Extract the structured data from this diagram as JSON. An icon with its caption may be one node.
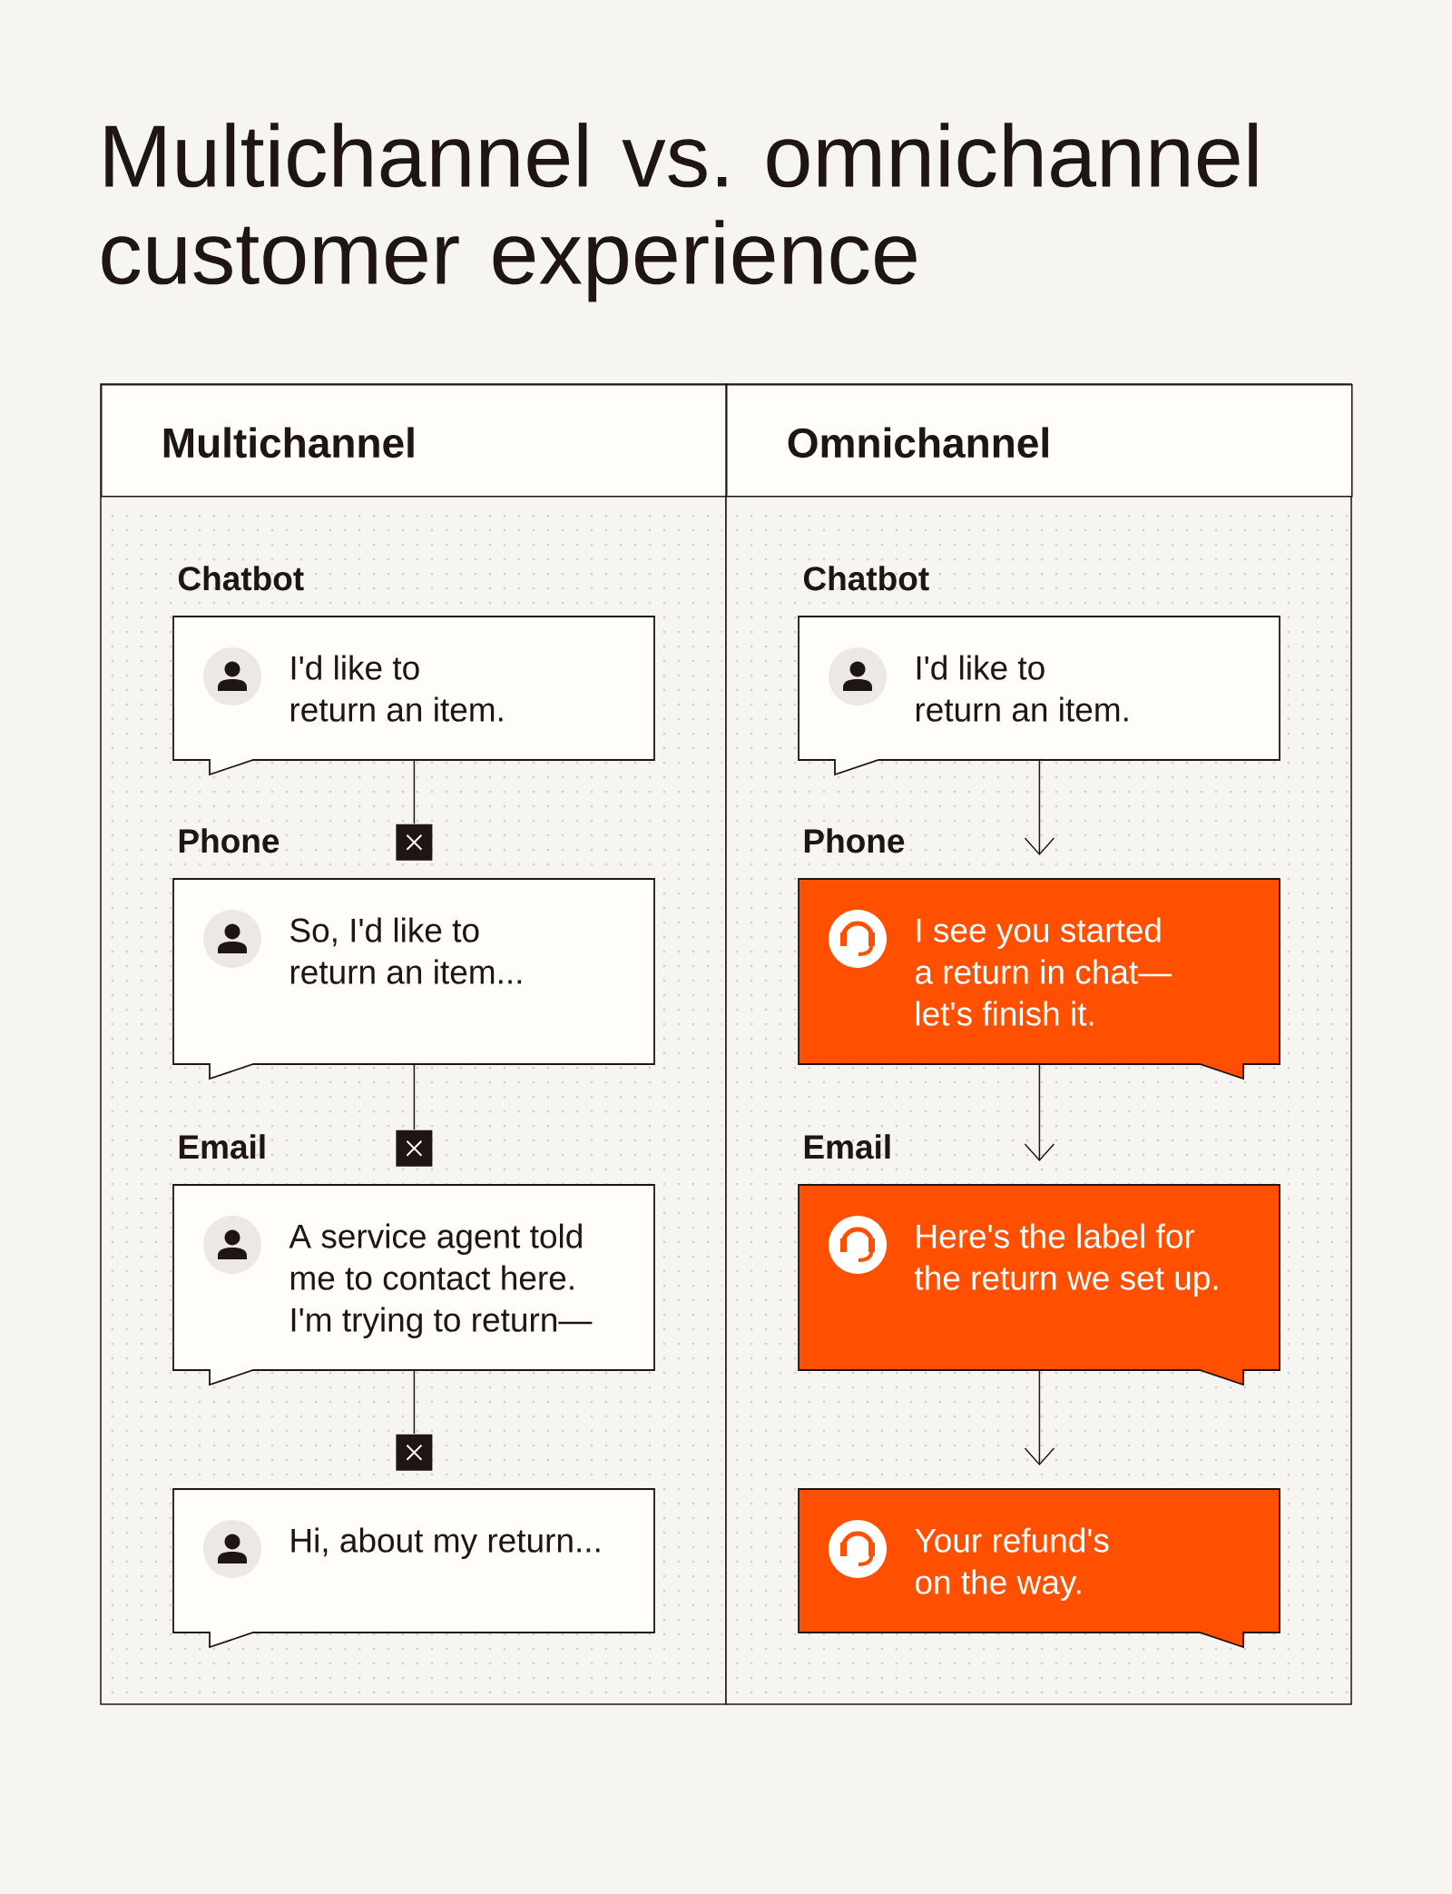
{
  "diagram": {
    "title": "Multichannel vs. omnichannel customer experience",
    "nodes": [
      {
        "text": [
          "Multichannel"
        ]
      },
      {
        "text": [
          "Chatbot",
          "I'd like to return an item."
        ],
        "in": 0
      },
      {
        "text": [
          "Phone",
          "So, I'd like to return an item..."
        ],
        "in": 0
      },
      {
        "text": [
          "Email",
          "A service agent told me to contact here. I'm trying to return—"
        ],
        "in": 0
      },
      {
        "text": [
          "Hi, about my return..."
        ],
        "in": 0
      },
      {
        "text": [
          "Omnichannel"
        ]
      },
      {
        "text": [
          "Chatbot",
          "I'd like to return an item."
        ],
        "in": 5
      },
      {
        "text": [
          "Phone",
          "I see you started a return in chat— let's finish it."
        ],
        "in": 5
      },
      {
        "text": [
          "Email",
          "Here's the label for the return we set up."
        ],
        "in": 5
      },
      {
        "text": [
          "Your refund's on the way."
        ],
        "in": 5
      }
    ],
    "edges": [
      {
        "from": 1,
        "to": 2,
        "arrow": "other"
      },
      {
        "from": 2,
        "to": 3,
        "arrow": "other"
      },
      {
        "from": 3,
        "to": 4,
        "arrow": "other"
      },
      {
        "from": 6,
        "to": 7,
        "arrow": "to"
      },
      {
        "from": 7,
        "to": 8,
        "arrow": "to"
      },
      {
        "from": 8,
        "to": 9,
        "arrow": "to"
      }
    ]
  }
}
